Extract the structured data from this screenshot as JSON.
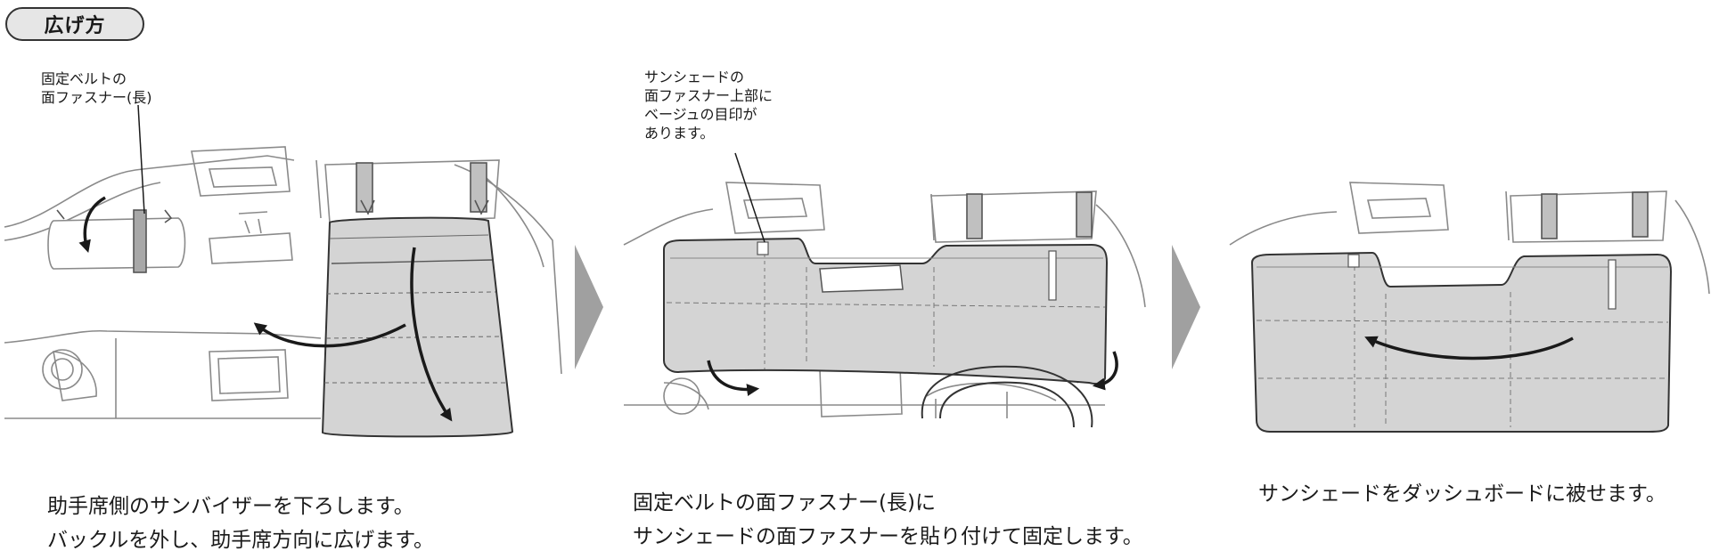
{
  "header": {
    "title": "広げ方"
  },
  "steps": [
    {
      "callout": "固定ベルトの\n面ファスナー(長)",
      "caption": "助手席側のサンバイザーを下ろします。\nバックルを外し、助手席方向に広げます。"
    },
    {
      "callout": "サンシェードの\n面ファスナー上部に\nベージュの目印が\nあります。",
      "caption": "固定ベルトの面ファスナー(長)に\nサンシェードの面ファスナーを貼り付けて固定します。"
    },
    {
      "caption": "サンシェードをダッシュボードに被せます。"
    }
  ],
  "colors": {
    "shade": "#d4d4d4",
    "arrow": "#a0a0a0",
    "line": "#555555"
  }
}
